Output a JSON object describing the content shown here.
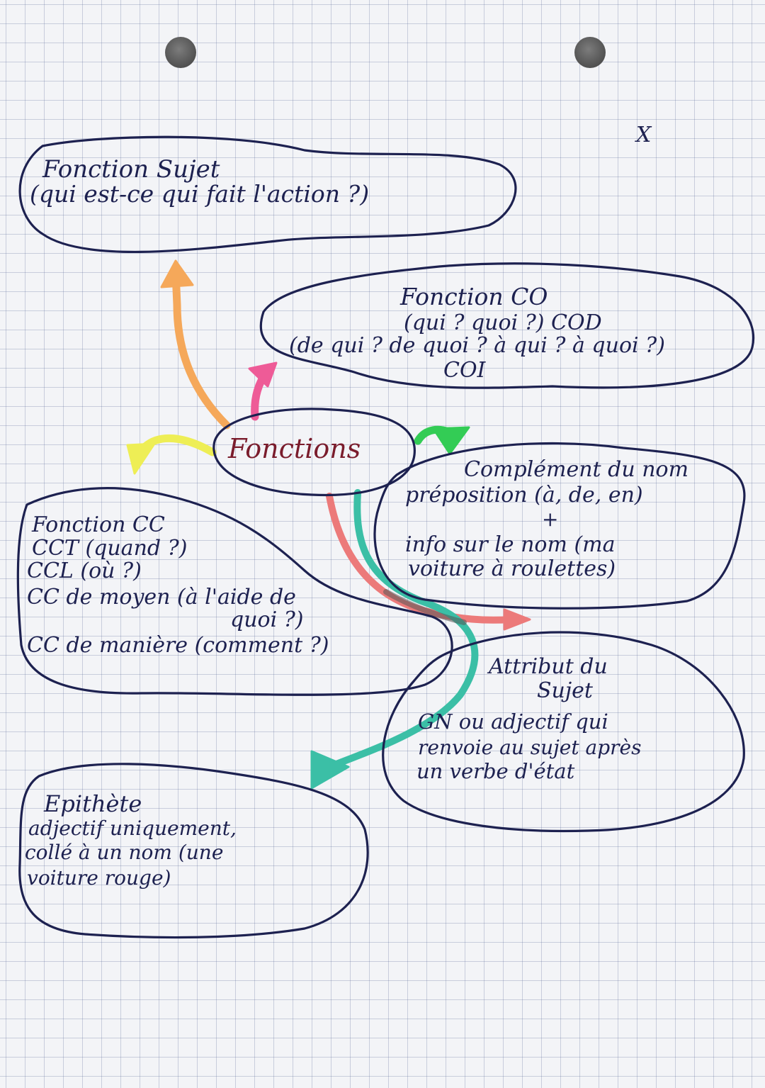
{
  "center": {
    "label": "Fonctions"
  },
  "mark": "X",
  "colors": {
    "ink": "#1d2150",
    "center_ink": "#7a1c2c",
    "orange": "#f5a85a",
    "pink": "#ee5b97",
    "yellow": "#eeee55",
    "green": "#33cc55",
    "teal": "#3bbfa6",
    "salmon": "#ec7a7a",
    "grey": "#555555"
  },
  "nodes": {
    "sujet": {
      "title": "Fonction Sujet",
      "lines": [
        "(qui est-ce qui fait l'action ?)"
      ]
    },
    "co": {
      "title": "Fonction CO",
      "lines": [
        "(qui ? quoi ?) COD",
        "(de qui ? de quoi ? à qui ? à quoi ?)",
        "COI"
      ]
    },
    "cc": {
      "title": "Fonction CC",
      "lines": [
        "CCT (quand ?)",
        "CCL (où ?)",
        "CC de moyen (à l'aide de",
        "quoi ?)",
        "CC de manière (comment ?)"
      ]
    },
    "complement_nom": {
      "title": "Complément du nom",
      "lines": [
        "préposition (à, de, en)",
        "+",
        "info sur le nom (ma",
        "voiture à roulettes)"
      ]
    },
    "attribut": {
      "title": "Attribut du",
      "lines": [
        "Sujet",
        "GN ou adjectif qui",
        "renvoie au sujet après",
        "un verbe d'état"
      ]
    },
    "epithete": {
      "title": "Epithète",
      "lines": [
        "adjectif uniquement,",
        "collé à un nom (une",
        "voiture rouge)"
      ]
    }
  }
}
